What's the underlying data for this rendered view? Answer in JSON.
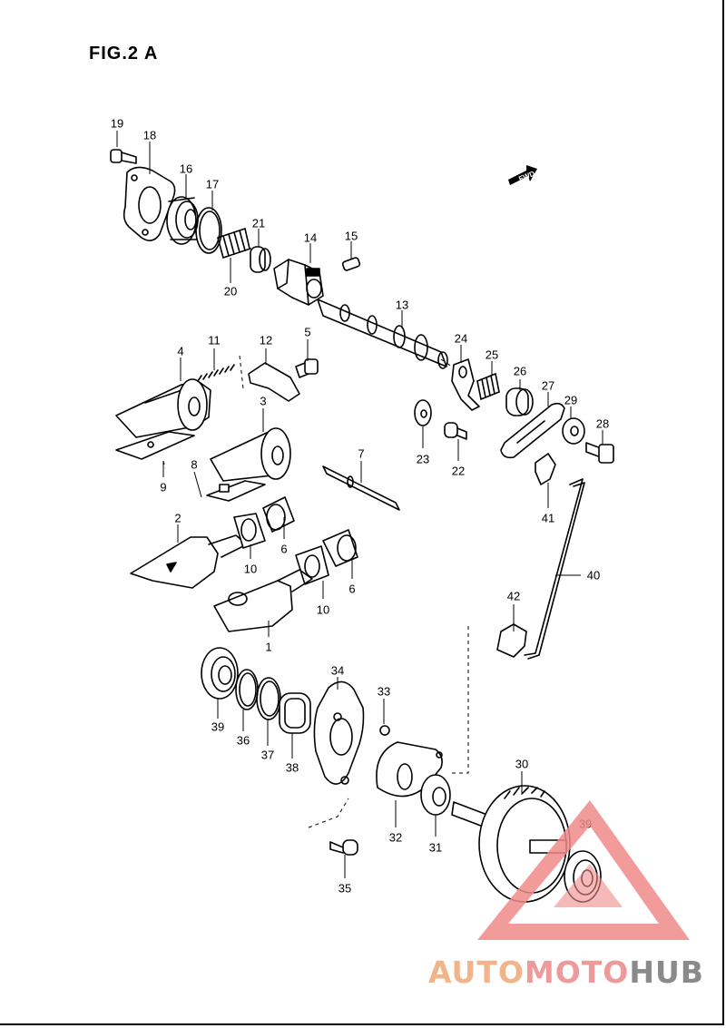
{
  "figure": {
    "title": "FIG.2 A"
  },
  "fwd_label": "FWD",
  "callouts": [
    "19",
    "18",
    "16",
    "17",
    "21",
    "14",
    "15",
    "20",
    "13",
    "24",
    "25",
    "26",
    "27",
    "29",
    "28",
    "23",
    "22",
    "4",
    "11",
    "12",
    "5",
    "3",
    "9",
    "8",
    "7",
    "41",
    "2",
    "10",
    "6",
    "40",
    "42",
    "1",
    "34",
    "33",
    "39",
    "36",
    "37",
    "38",
    "30",
    "32",
    "31",
    "35"
  ],
  "watermark": {
    "part1": "AUTO",
    "part2": "MOTO",
    "part3": "HUB"
  },
  "colors": {
    "line": "#000000",
    "watermark_triangle": "#f08a8a",
    "watermark_auto": "#f2b489",
    "watermark_moto": "#ef9a9a",
    "watermark_hub": "#8a8a8a"
  }
}
